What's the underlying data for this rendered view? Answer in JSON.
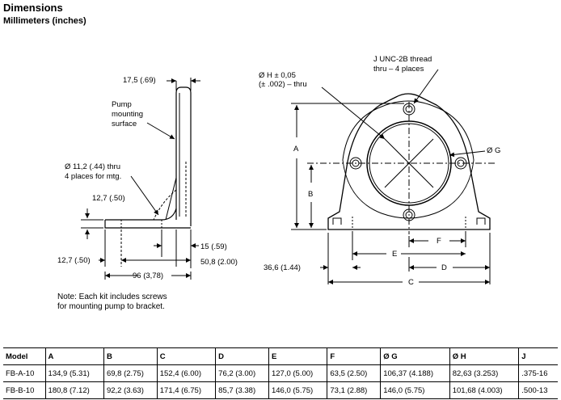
{
  "heading": {
    "title": "Dimensions",
    "units": "Millimeters (inches)"
  },
  "side_view": {
    "dim_top": "17,5 (.69)",
    "pump_surface": [
      "Pump",
      "mounting",
      "surface"
    ],
    "hole_label": [
      "Ø 11,2 (.44) thru",
      "4 places for mtg."
    ],
    "dim_foot_h": "12,7 (.50)",
    "dim_15": "15 (.59)",
    "dim_12_7_left": "12,7 (.50)",
    "dim_50_8": "50,8 (2.00)",
    "dim_96": "96 (3,78)"
  },
  "front_view": {
    "bore_label": [
      "Ø H ± 0,05",
      "(± .002) – thru"
    ],
    "thread_label": [
      "J UNC-2B thread",
      "thru – 4 places"
    ],
    "dia_g": "Ø G",
    "dim_a": "A",
    "dim_b": "B",
    "dim_f": "F",
    "dim_e": "E",
    "dim_d": "D",
    "dim_c": "C",
    "dim_36_6": "36,6 (1.44)"
  },
  "note": [
    "Note: Each kit includes screws",
    "for mounting pump to bracket."
  ],
  "table": {
    "headers": [
      "Model",
      "A",
      "B",
      "C",
      "D",
      "E",
      "F",
      "Ø G",
      "Ø H",
      "J"
    ],
    "rows": [
      [
        "FB-A-10",
        "134,9 (5.31)",
        "69,8 (2.75)",
        "152,4 (6.00)",
        "76,2 (3.00)",
        "127,0 (5.00)",
        "63,5 (2.50)",
        "106,37 (4.188)",
        "82,63 (3.253)",
        ".375-16"
      ],
      [
        "FB-B-10",
        "180,8 (7.12)",
        "92,2 (3.63)",
        "171,4 (6.75)",
        "85,7 (3.38)",
        "146,0 (5.75)",
        "73,1 (2.88)",
        "146,0 (5.75)",
        "101,68 (4.003)",
        ".500-13"
      ]
    ]
  }
}
